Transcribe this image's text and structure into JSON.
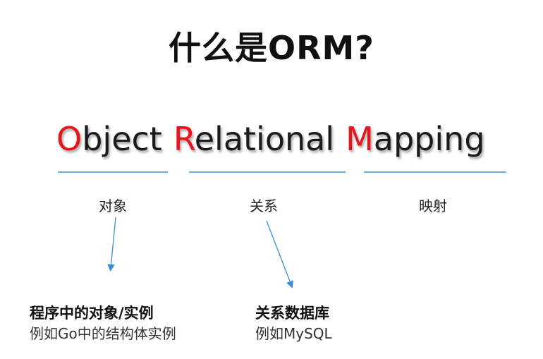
{
  "title": "什么是ORM?",
  "acronym": {
    "words": [
      {
        "initial": "O",
        "rest": "bject"
      },
      {
        "initial": "R",
        "rest": "elational"
      },
      {
        "initial": "M",
        "rest": "apping"
      }
    ]
  },
  "labels": {
    "object": "对象",
    "relational": "关系",
    "mapping": "映射"
  },
  "descriptions": {
    "object": {
      "title": "程序中的对象/实例",
      "example": "例如Go中的结构体实例"
    },
    "relational": {
      "title": "关系数据库",
      "example": "例如MySQL"
    }
  },
  "colors": {
    "initial": "#e8141c",
    "underline": "#6aaee2",
    "arrow": "#3a8fd4"
  }
}
